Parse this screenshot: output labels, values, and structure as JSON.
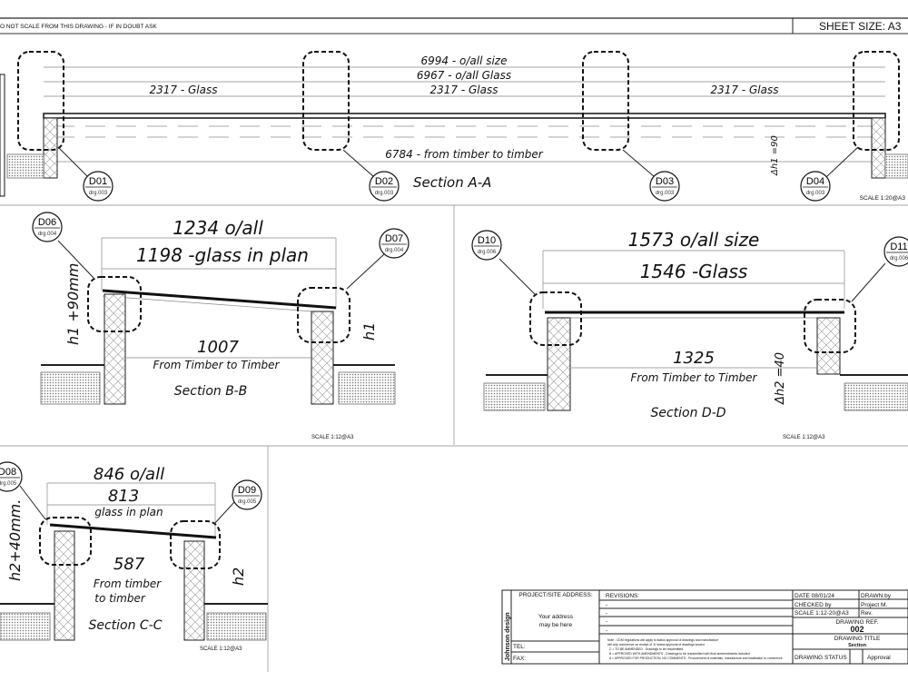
{
  "header": {
    "notice": "O NOT SCALE FROM THIS DRAWING  -  IF IN DOUBT ASK",
    "sheet_size": "SHEET SIZE: A3"
  },
  "section_aa": {
    "overall": "6994 - o/all size",
    "overall_glass": "6967 - o/all Glass",
    "glass_panels": [
      "2317 - Glass",
      "2317 - Glass",
      "2317 - Glass"
    ],
    "timber": "6784 - from timber to timber",
    "title": "Section A-A",
    "delta": "Δh1 =90",
    "scale": "SCALE 1:20@A3",
    "callouts": [
      {
        "id": "D01",
        "ref": "drg.003"
      },
      {
        "id": "D02",
        "ref": "drg.003"
      },
      {
        "id": "D03",
        "ref": "drg.003"
      },
      {
        "id": "D04",
        "ref": "drg.003"
      }
    ]
  },
  "section_bb": {
    "overall": "1234 o/all",
    "glass": "1198 -glass in plan",
    "timber_value": "1007",
    "timber_label": "From Timber to Timber",
    "title": "Section B-B",
    "h_left": "h1 +90mm",
    "h_right": "h1",
    "scale": "SCALE 1:12@A3",
    "callouts": [
      {
        "id": "D06",
        "ref": "drg.004"
      },
      {
        "id": "D07",
        "ref": "drg.004"
      }
    ]
  },
  "section_dd": {
    "overall": "1573 o/all size",
    "glass": "1546 -Glass",
    "timber_value": "1325",
    "timber_label": "From Timber to Timber",
    "title": "Section D-D",
    "delta": "Δh2 =40",
    "scale": "SCALE 1:12@A3",
    "callouts": [
      {
        "id": "D10",
        "ref": "drg.006"
      },
      {
        "id": "D11",
        "ref": "drg.006"
      }
    ]
  },
  "section_cc": {
    "overall": "846 o/all",
    "glass_value": "813",
    "glass_label": "glass in plan",
    "timber_value": "587",
    "timber_line1": "From timber",
    "timber_line2": "to timber",
    "title": "Section C-C",
    "h_left": "h2+40mm.",
    "h_right": "h2",
    "scale": "SCALE 1:12@A3",
    "callouts": [
      {
        "id": "D08",
        "ref": "drg.005"
      },
      {
        "id": "D09",
        "ref": "drg.005"
      }
    ]
  },
  "title_block": {
    "logo": "Johnson design",
    "project_label": "PROJECT/SITE ADDRESS:",
    "address_line1": "Your address",
    "address_line2": "may be here",
    "tel": "TEL:",
    "fax": "FAX:",
    "revisions_label": "REVISIONS:",
    "revision_rows": [
      "-",
      "-",
      "-",
      "-"
    ],
    "note_lines": [
      "Note : CDM regulations will apply to status approval of drawings and manufacture",
      "will only commence on receipt of 'A' status approval of drawings issued.",
      "C = TO BE AMMENDED - Drawings to be resubmitted.",
      "B = APPROVED WITH AMENDMENTS - Drawings to be resubmitted with final ammendments included.",
      "A = APPROVED FOR PRODUCTION, NO COMMENTS - Procurement of materials, manufacture and installation to commence."
    ],
    "date": "DATE  08/01/24",
    "drawn_by": "DRAWN by",
    "checked_by": "CHECKED by",
    "drawn_name": "Project M.",
    "scale": "SCALE  1:12-20@A3",
    "rev": "Rev.",
    "drawing_ref_label": "DRAWING REF.",
    "drawing_ref": "002",
    "drawing_title_label": "DRAWING TITLE",
    "drawing_title": "Section",
    "status_label": "DRAWING STATUS",
    "status_value": "Approval"
  }
}
